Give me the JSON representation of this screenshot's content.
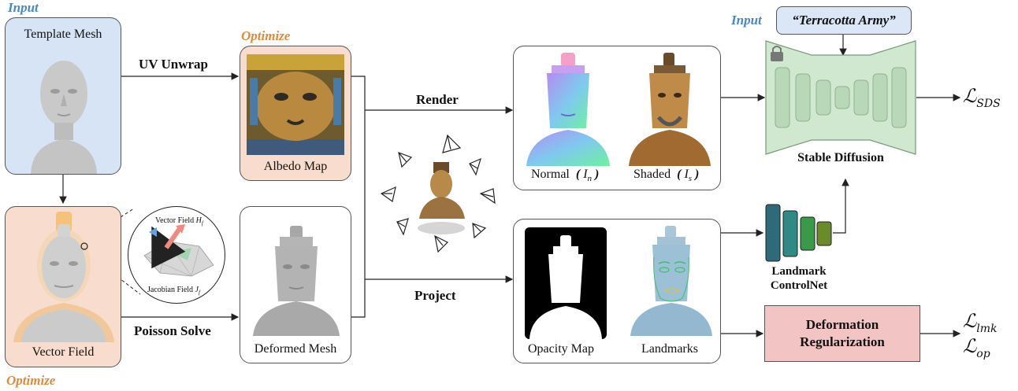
{
  "tags": {
    "input_top": "Input",
    "optimize_mid": "Optimize",
    "optimize_bottom": "Optimize",
    "input_right": "Input"
  },
  "template_mesh": {
    "label": "Template Mesh"
  },
  "vector_field": {
    "label": "Vector Field"
  },
  "zoom_inset": {
    "vector_label": "Vector Field",
    "vector_sym": "H",
    "vector_sub": "f",
    "jacobian_label": "Jacobian Field",
    "jacobian_sym": "J",
    "jacobian_sub": "f"
  },
  "albedo": {
    "label": "Albedo Map"
  },
  "deformed": {
    "label": "Deformed Mesh"
  },
  "edges": {
    "uv_unwrap": "UV Unwrap",
    "poisson": "Poisson Solve",
    "render": "Render",
    "project": "Project"
  },
  "render_panel": {
    "normal": "Normal",
    "normal_sym": "I",
    "normal_sub": "n",
    "shaded": "Shaded",
    "shaded_sym": "I",
    "shaded_sub": "s"
  },
  "project_panel": {
    "opacity": "Opacity Map",
    "landmarks": "Landmarks"
  },
  "prompt": {
    "text": "“Terracotta Army”"
  },
  "stable_diffusion": {
    "label": "Stable Diffusion"
  },
  "controlnet": {
    "label_line1": "Landmark",
    "label_line2": "ControlNet"
  },
  "deform_reg": {
    "line1": "Deformation",
    "line2": "Regularization"
  },
  "losses": {
    "sds_main": "ℒ",
    "sds_sub": "SDS",
    "lmk_main": "ℒ",
    "lmk_sub": "lmk",
    "op_main": "ℒ",
    "op_sub": "op"
  },
  "colors": {
    "input_blue": "#4a86c8",
    "input_box": "#d6e4f5",
    "optimize_orange": "#e08a3c",
    "optimize_box": "#f8dccd",
    "sd_green": "#cfe8cf",
    "deform_red": "#f2c4c4",
    "controlnet": [
      "#2e6a7a",
      "#2f8a86",
      "#3a9a4a",
      "#6b8a2a"
    ]
  }
}
